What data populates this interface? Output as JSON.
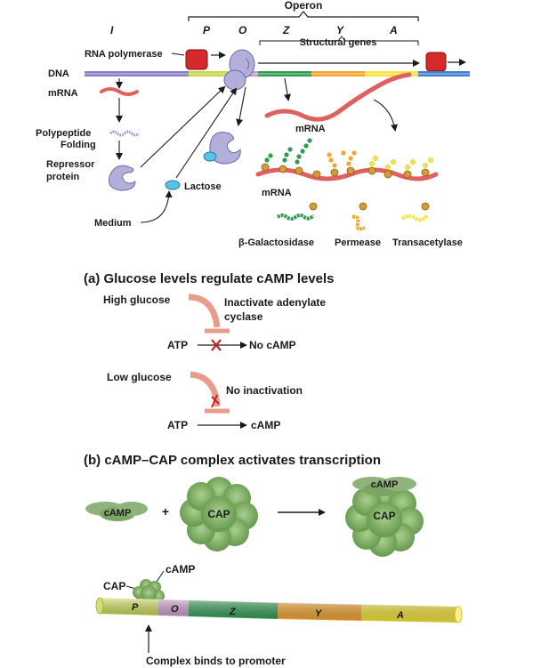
{
  "top": {
    "operon_label": "Operon",
    "gene_i": "I",
    "gene_p": "P",
    "gene_o": "O",
    "gene_z": "Z",
    "gene_y": "Y",
    "gene_a": "A",
    "structural_genes": "Structural genes",
    "rna_polymerase": "RNA polymerase",
    "dna": "DNA",
    "mrna_left": "mRNA",
    "mrna_mid": "mRNA",
    "mrna_low": "mRNA",
    "polypeptide": "Polypeptide",
    "folding": "Folding",
    "repressor_1": "Repressor",
    "repressor_2": "protein",
    "lactose": "Lactose",
    "medium": "Medium",
    "galactosidase": "β-Galactosidase",
    "permease": "Permease",
    "transacetylase": "Transacetylase"
  },
  "panel_a": {
    "heading": "(a) Glucose levels regulate cAMP levels",
    "high_glucose": "High glucose",
    "inactivate_1": "Inactivate adenylate",
    "inactivate_2": "cyclase",
    "atp_1": "ATP",
    "no_camp": "No cAMP",
    "low_glucose": "Low glucose",
    "no_inactivation": "No inactivation",
    "atp_2": "ATP",
    "camp": "cAMP"
  },
  "panel_b": {
    "heading": "(b) cAMP–CAP complex activates transcription",
    "camp_small": "cAMP",
    "plus": "+",
    "cap": "CAP",
    "complex_camp": "cAMP",
    "complex_cap": "CAP",
    "dna_cap": "CAP",
    "dna_camp": "cAMP",
    "seg_p": "P",
    "seg_o": "O",
    "seg_z": "Z",
    "seg_y": "Y",
    "seg_a": "A",
    "binds": "Complex binds to promoter"
  },
  "colors": {
    "gene_i": "#8d7cc4",
    "gene_p": "#c7d74a",
    "gene_o": "#c89ac8",
    "gene_z": "#2f9a52",
    "gene_y": "#f2a531",
    "gene_a": "#f5e53b",
    "dna_flank": "#3e7fcf",
    "polymerase": "#d42a2a",
    "mrna": "#e06060",
    "repressor": "#b3afdb",
    "lactose": "#58c2e8",
    "cap": "#6a9c4f",
    "inhibit_bar": "#e89d8a",
    "cross": "#c0282a"
  }
}
